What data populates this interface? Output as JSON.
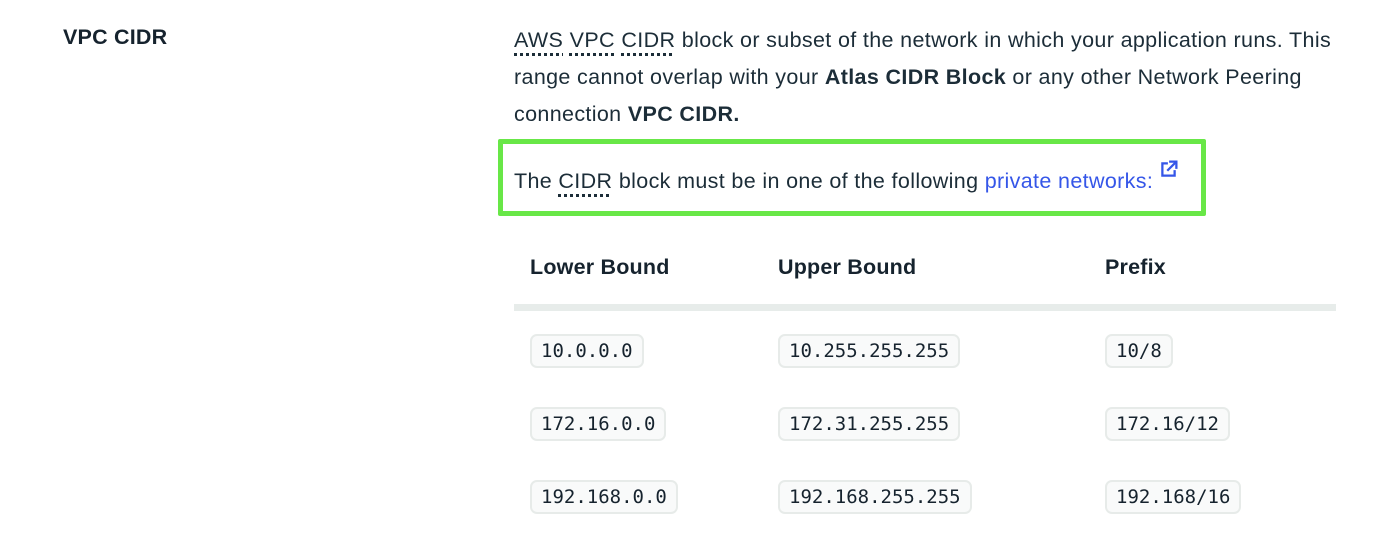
{
  "field": {
    "label": "VPC CIDR"
  },
  "description": {
    "abbr1": "AWS",
    "abbr2": "VPC",
    "abbr3": "CIDR",
    "text1": "block or subset of the network in which your application runs. This range cannot overlap with your ",
    "bold1": "Atlas CIDR Block",
    "text2": " or any other Network Peering connection ",
    "bold2": "VPC CIDR."
  },
  "highlight": {
    "text1": "The ",
    "abbr": "CIDR",
    "text2": "block must be in one of the following ",
    "link_label": "private networks:",
    "icon": "external-link-icon"
  },
  "table": {
    "headers": [
      "Lower Bound",
      "Upper Bound",
      "Prefix"
    ],
    "rows": [
      [
        "10.0.0.0",
        "10.255.255.255",
        "10/8"
      ],
      [
        "172.16.0.0",
        "172.31.255.255",
        "172.16/12"
      ],
      [
        "192.168.0.0",
        "192.168.255.255",
        "192.168/16"
      ]
    ]
  },
  "colors": {
    "text": "#1C2D38",
    "link_blue": "#3556E8",
    "highlight_green": "#68E747",
    "divider_gray": "#E7ECEA",
    "chip_border": "#E7EBE9",
    "chip_bg": "#F9FAFA"
  }
}
